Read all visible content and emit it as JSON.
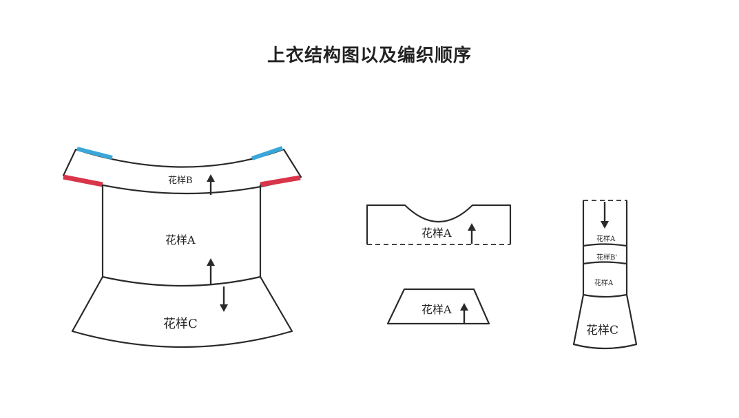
{
  "title": "上衣结构图以及编织顺序",
  "colors": {
    "outline": "#2a2a2a",
    "shoulder_blue": "#3aa7d8",
    "shoulder_red": "#d9354a"
  },
  "body_piece": {
    "yoke_label": "花样B",
    "main_label": "花样A",
    "hem_label": "花样C"
  },
  "neck_piece": {
    "label": "花样A"
  },
  "small_piece": {
    "label": "花样A"
  },
  "sleeve_piece": {
    "band1_label": "花样A",
    "band2_label": "花样B'",
    "band3_label": "花样A",
    "cuff_label": "花样C"
  }
}
